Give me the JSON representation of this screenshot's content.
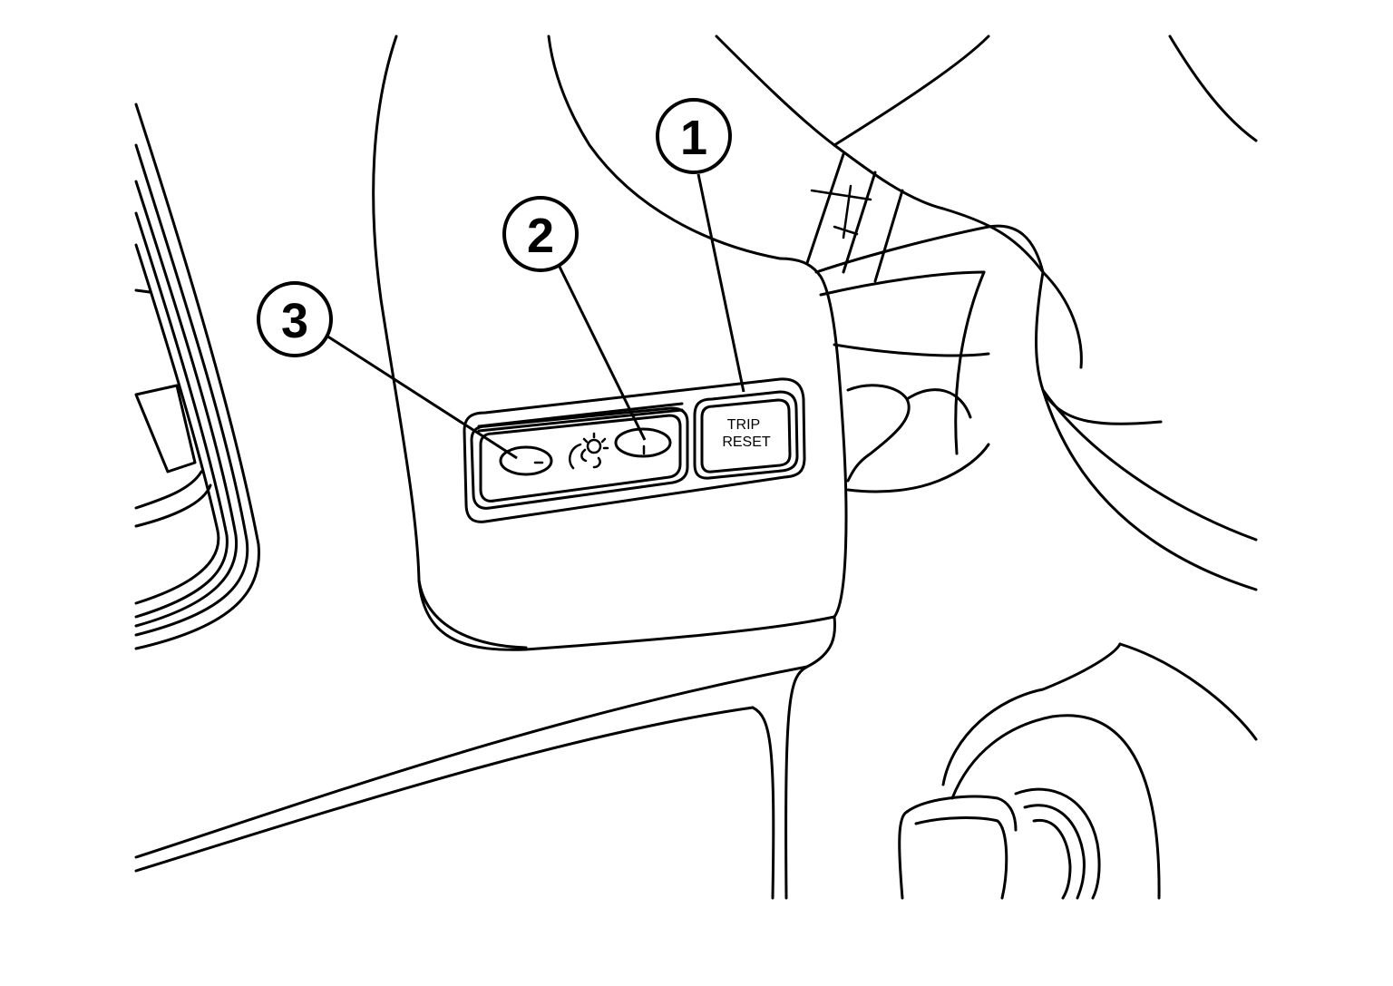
{
  "callouts": [
    {
      "number": "1",
      "target": "trip reset button"
    },
    {
      "number": "2",
      "target": "illumination brighter button"
    },
    {
      "number": "3",
      "target": "illumination dimmer button"
    }
  ],
  "buttons": {
    "trip_reset_line1": "TRIP",
    "trip_reset_line2": "RESET"
  },
  "icons": {
    "illumination": "illumination-control-icon"
  },
  "colors": {
    "line": "#000000",
    "background": "#ffffff"
  }
}
